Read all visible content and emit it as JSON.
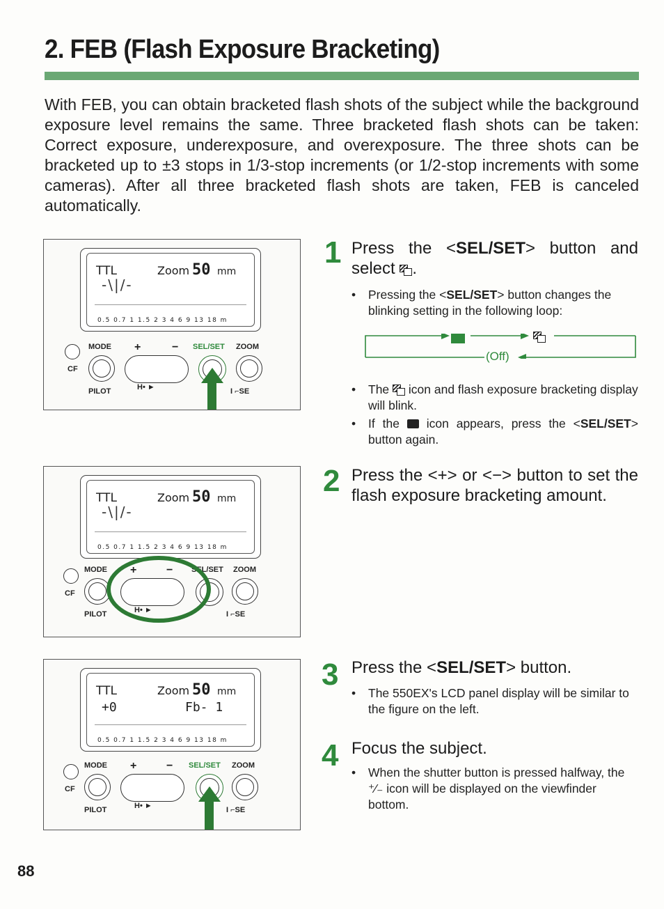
{
  "title": "2. FEB (Flash Exposure Bracketing)",
  "intro": "With FEB, you can obtain bracketed flash shots of the subject while the background exposure level remains the same. Three bracketed flash shots can be taken: Correct exposure, underexposure, and overexposure. The three shots can be bracketed up to ±3 stops in 1/3-stop increments (or 1/2-stop increments with some cameras). After all three bracketed flash shots are taken, FEB is canceled automatically.",
  "panel": {
    "ttl": "TTL",
    "zoom": "Zoom",
    "zoom_value": "50",
    "mm": "mm",
    "scale": "0.5 0.7  1  1.5  2  3  4  6  9  13  18  m",
    "mode": "MODE",
    "plus": "+",
    "minus": "−",
    "selset": "SEL/SET",
    "zoom_btn": "ZOOM",
    "cf": "CF",
    "pilot": "PILOT",
    "sync": "H• ►",
    "se": "I ⌐SE",
    "feb_display": "+0",
    "fb_display": "Fb- 1",
    "blink_symbol": "-\\|/-"
  },
  "steps": [
    {
      "number": "1",
      "head_pre": "Press the <",
      "head_key": "SEL/SET",
      "head_post": "> button and select",
      "head_end": ".",
      "b1_pre": "Pressing the <",
      "b1_key": "SEL/SET",
      "b1_post": "> button changes the blinking setting in the following loop:",
      "loop_off": "(Off)",
      "b2_pre": "The",
      "b2_post": "icon and flash exposure bracketing display will blink.",
      "b3_pre": "If the",
      "b3_mid": "icon appears, press the <",
      "b3_key": "SEL/SET",
      "b3_post": "> button again."
    },
    {
      "number": "2",
      "head": "Press the <+> or <−> button to set the flash exposure bracketing amount."
    },
    {
      "number": "3",
      "head_pre": "Press the <",
      "head_key": "SEL/SET",
      "head_post": "> button.",
      "b1": "The 550EX's LCD panel display will be similar to the figure on the left."
    },
    {
      "number": "4",
      "head": "Focus the subject.",
      "b1_pre": "When the shutter button is pressed halfway, the",
      "b1_icon": "⁺⁄₋",
      "b1_post": "icon will be displayed on the viewfinder bottom."
    }
  ],
  "page_number": "88",
  "colors": {
    "accent": "#2f8a3c",
    "rule": "#6aa874"
  }
}
